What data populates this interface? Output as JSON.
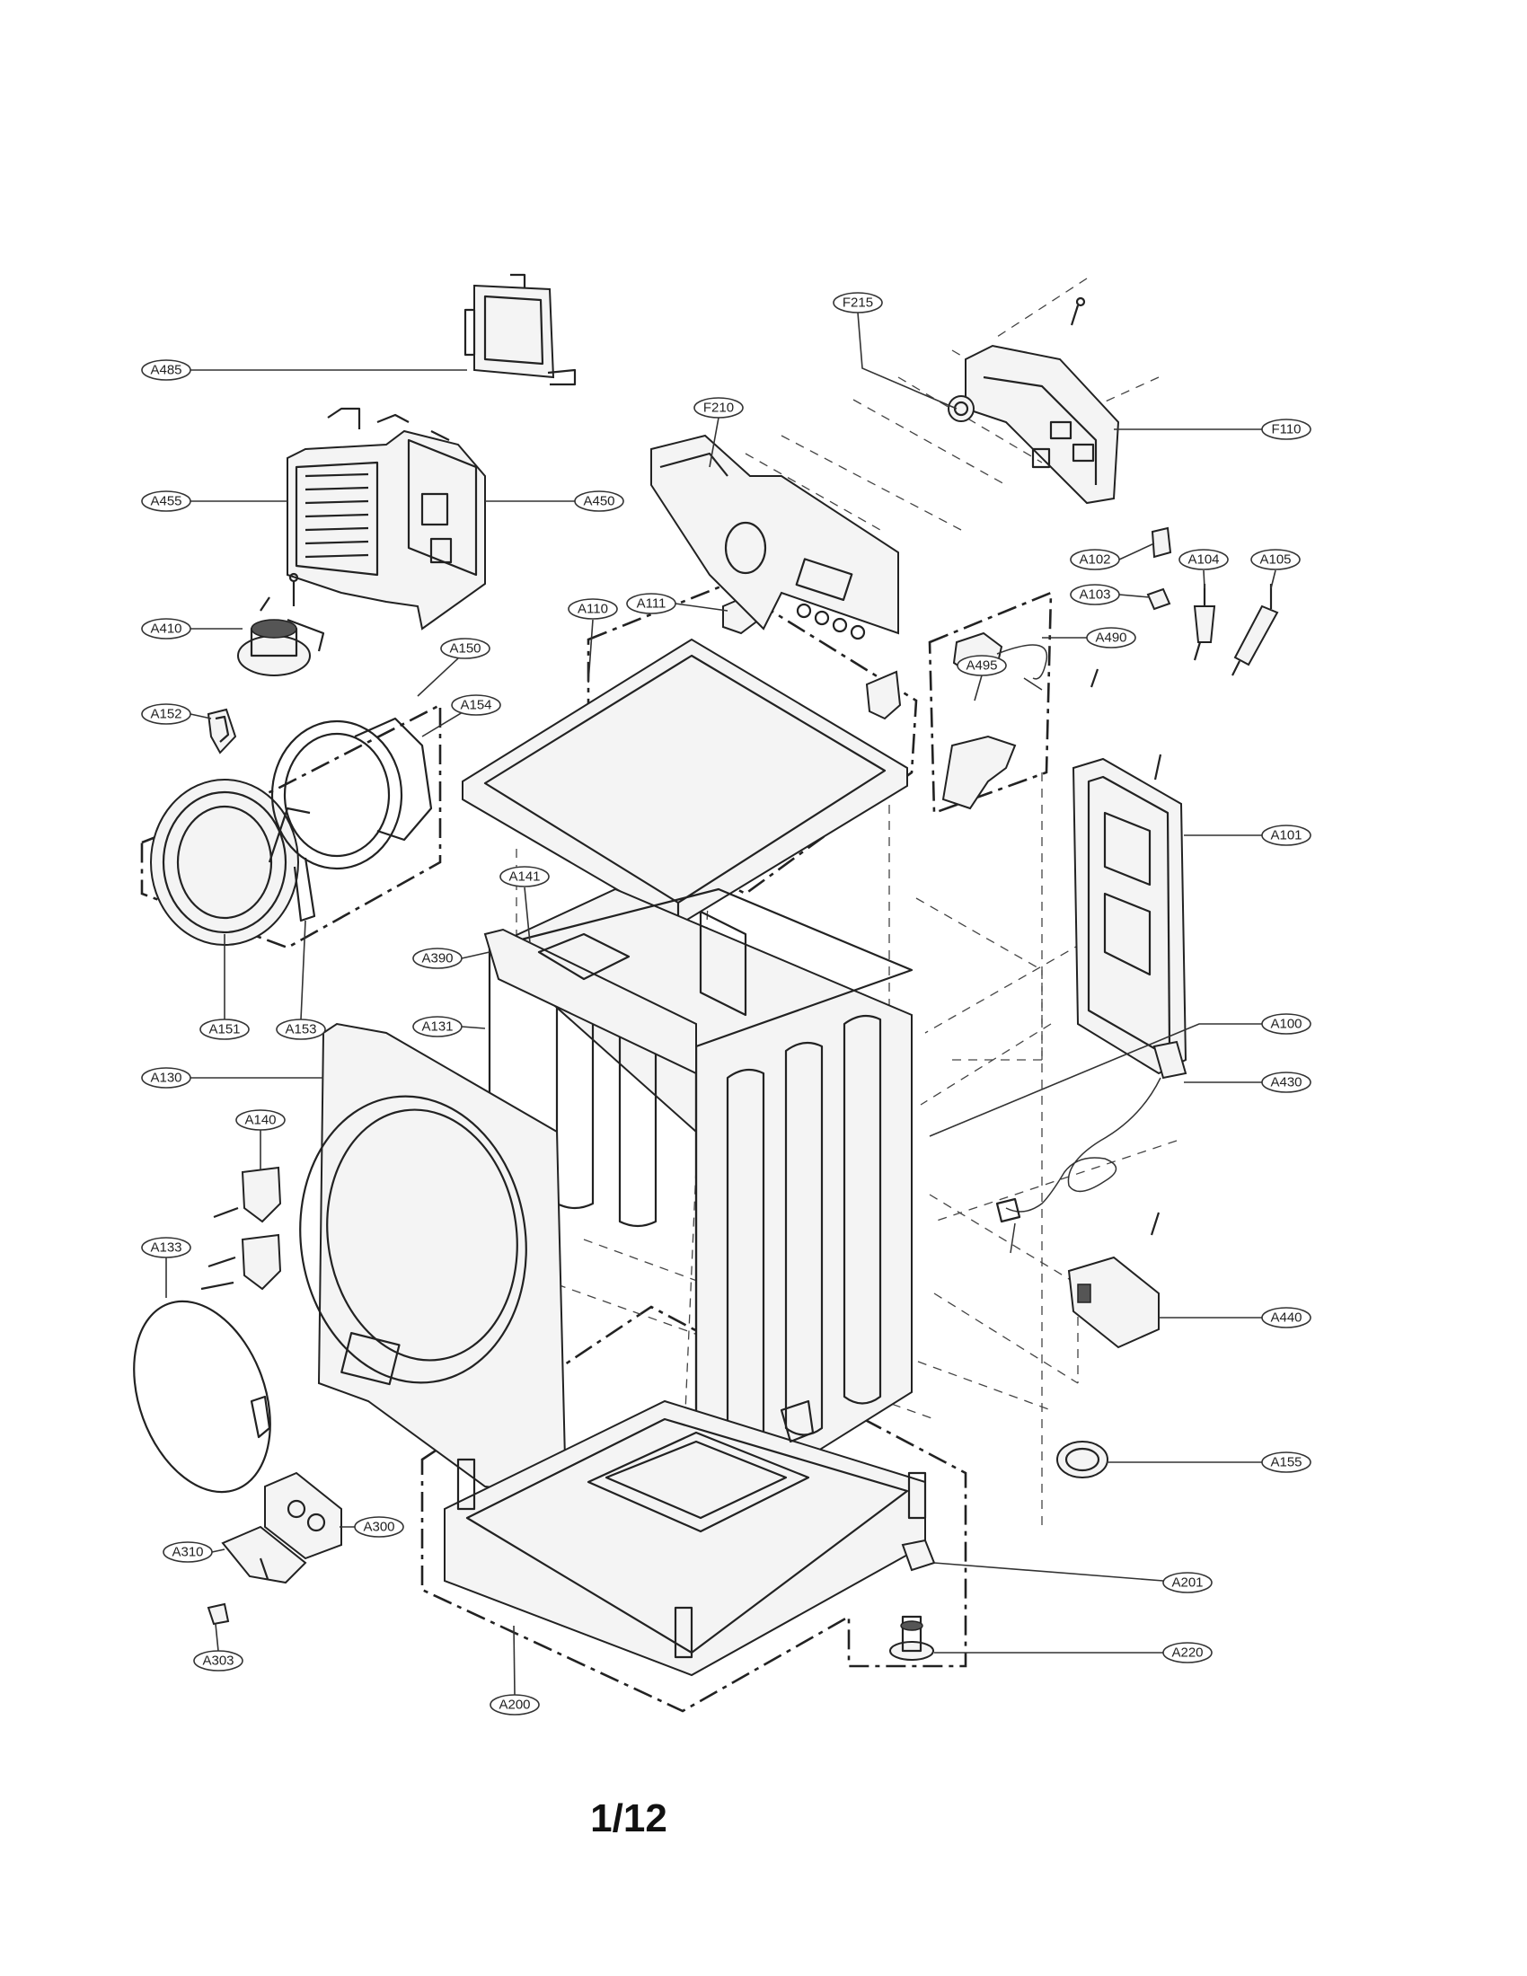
{
  "page": {
    "number": "1/12"
  },
  "callouts": [
    {
      "id": "A485",
      "label": "A485"
    },
    {
      "id": "A455",
      "label": "A455"
    },
    {
      "id": "A450",
      "label": "A450"
    },
    {
      "id": "A410",
      "label": "A410"
    },
    {
      "id": "A150",
      "label": "A150"
    },
    {
      "id": "A154",
      "label": "A154"
    },
    {
      "id": "A152",
      "label": "A152"
    },
    {
      "id": "A151",
      "label": "A151"
    },
    {
      "id": "A153",
      "label": "A153"
    },
    {
      "id": "A110",
      "label": "A110"
    },
    {
      "id": "A111",
      "label": "A111"
    },
    {
      "id": "A141",
      "label": "A141"
    },
    {
      "id": "A390",
      "label": "A390"
    },
    {
      "id": "A131",
      "label": "A131"
    },
    {
      "id": "A130",
      "label": "A130"
    },
    {
      "id": "A140",
      "label": "A140"
    },
    {
      "id": "A133",
      "label": "A133"
    },
    {
      "id": "A310",
      "label": "A310"
    },
    {
      "id": "A300",
      "label": "A300"
    },
    {
      "id": "A303",
      "label": "A303"
    },
    {
      "id": "A200",
      "label": "A200"
    },
    {
      "id": "F215",
      "label": "F215"
    },
    {
      "id": "F210",
      "label": "F210"
    },
    {
      "id": "F110",
      "label": "F110"
    },
    {
      "id": "A102",
      "label": "A102"
    },
    {
      "id": "A103",
      "label": "A103"
    },
    {
      "id": "A104",
      "label": "A104"
    },
    {
      "id": "A105",
      "label": "A105"
    },
    {
      "id": "A490",
      "label": "A490"
    },
    {
      "id": "A495",
      "label": "A495"
    },
    {
      "id": "A101",
      "label": "A101"
    },
    {
      "id": "A100",
      "label": "A100"
    },
    {
      "id": "A430",
      "label": "A430"
    },
    {
      "id": "A440",
      "label": "A440"
    },
    {
      "id": "A155",
      "label": "A155"
    },
    {
      "id": "A201",
      "label": "A201"
    },
    {
      "id": "A220",
      "label": "A220"
    }
  ]
}
